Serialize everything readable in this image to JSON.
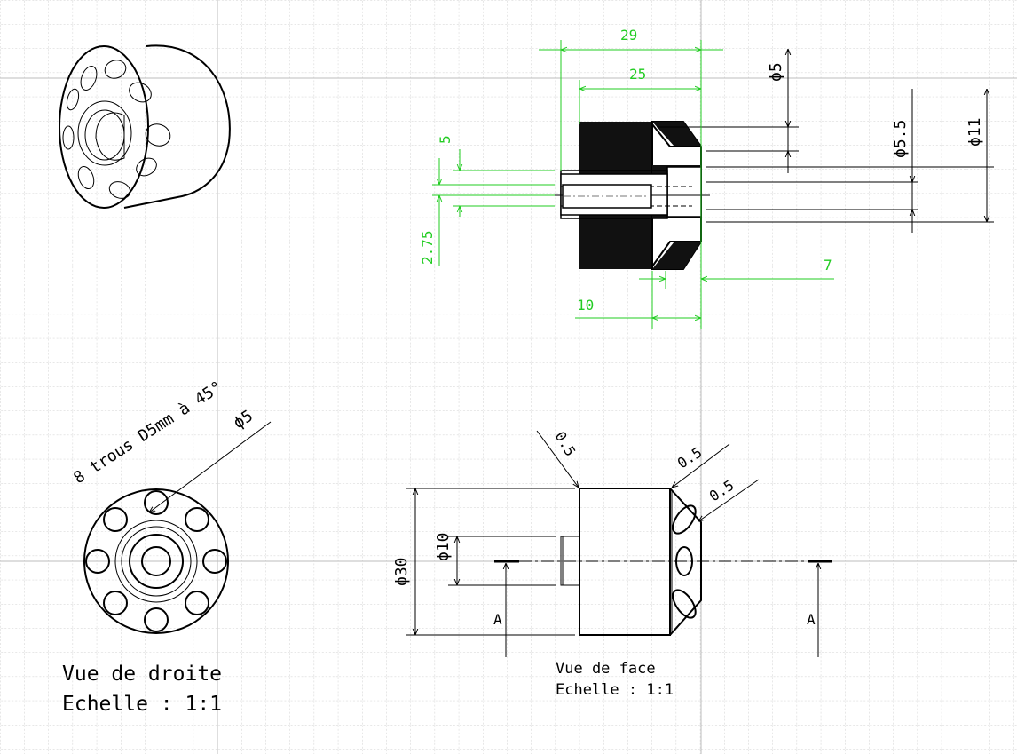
{
  "section_view": {
    "dims": {
      "d29": "29",
      "d25": "25",
      "d5": "5",
      "d275": "2.75",
      "d7": "7",
      "d10": "10",
      "dia5": "ϕ5",
      "dia55": "ϕ5.5",
      "dia11": "ϕ11"
    }
  },
  "right_view": {
    "note": "8 trous D5mm à 45°",
    "dia5": "ϕ5",
    "caption_title": "Vue de droite",
    "caption_scale": "Echelle :  1:1"
  },
  "front_view": {
    "chamfer_a": "0.5",
    "chamfer_b": "0.5",
    "chamfer_c": "0.5",
    "dia30": "ϕ30",
    "dia10": "ϕ10",
    "cut_left": "A",
    "cut_right": "A",
    "caption_title": "Vue de face",
    "caption_scale": "Echelle :  1:1"
  },
  "colors": {
    "dimension": "#22cc22",
    "outline": "#000000",
    "grid_minor": "#cfcfcf",
    "grid_major": "#bdbdbd"
  }
}
